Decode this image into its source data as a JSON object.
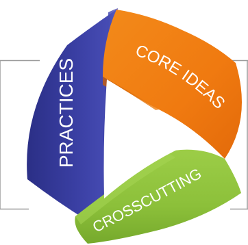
{
  "diagram": {
    "segments": [
      {
        "key": "practices",
        "label": "PRACTICES",
        "color": "#3a3fa0"
      },
      {
        "key": "core_ideas",
        "label": "CORE IDEAS",
        "color": "#f07d12"
      },
      {
        "key": "crosscutting",
        "label": "CROSSCUTTING",
        "color": "#8cc03a"
      }
    ],
    "frame_color": "#9a9a9a"
  }
}
